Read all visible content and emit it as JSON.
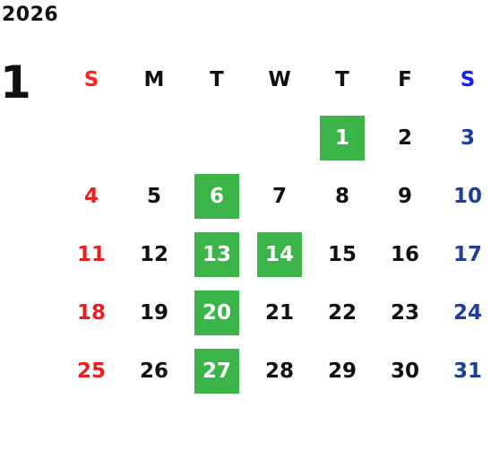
{
  "calendar": {
    "year": "2026",
    "month": "1",
    "weekdays": [
      "S",
      "M",
      "T",
      "W",
      "T",
      "F",
      "S"
    ],
    "weeks": [
      [
        "",
        "",
        "",
        "",
        "1",
        "2",
        "3"
      ],
      [
        "4",
        "5",
        "6",
        "7",
        "8",
        "9",
        "10"
      ],
      [
        "11",
        "12",
        "13",
        "14",
        "15",
        "16",
        "17"
      ],
      [
        "18",
        "19",
        "20",
        "21",
        "22",
        "23",
        "24"
      ],
      [
        "25",
        "26",
        "27",
        "28",
        "29",
        "30",
        "31"
      ]
    ],
    "highlighted_days": [
      "1",
      "6",
      "13",
      "14",
      "20",
      "27"
    ]
  },
  "colors": {
    "sunday": "#e8201f",
    "sunday_header": "#ff2020",
    "saturday": "#1f3e9a",
    "saturday_header": "#1020ff",
    "weekday": "#111111",
    "highlight_bg": "#3bb54a",
    "highlight_text": "#ffffff"
  }
}
